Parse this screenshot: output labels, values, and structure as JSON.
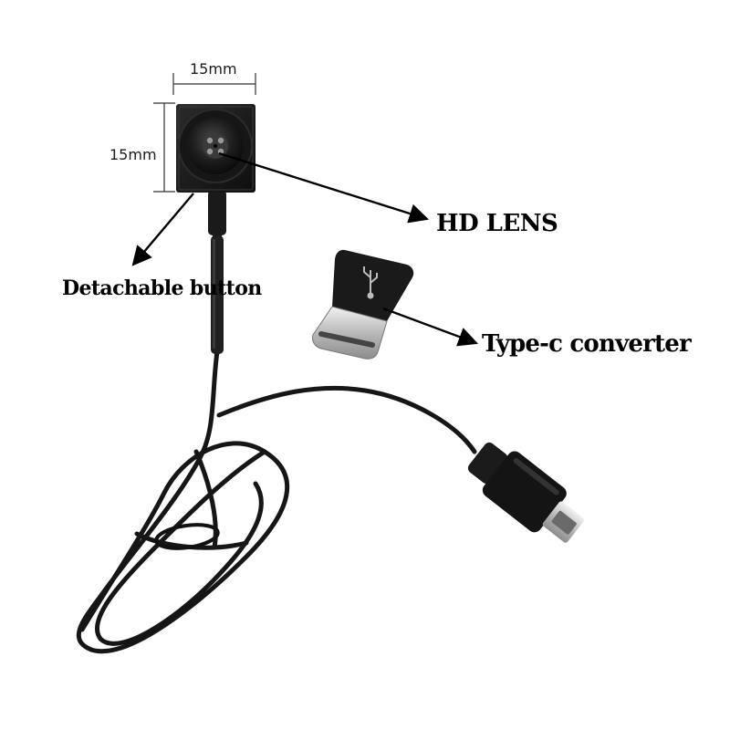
{
  "dimensions": {
    "width": "15mm",
    "height": "15mm"
  },
  "callouts": {
    "lens": "HD LENS",
    "button": "Detachable button",
    "converter": "Type-c converter"
  },
  "colors": {
    "background": "#ffffff",
    "device": "#1b1b1b",
    "cable": "#161616",
    "connector_metal": "#c8c8c8",
    "label": "#000000"
  },
  "icons": {
    "converter_logo": "usb-icon"
  }
}
